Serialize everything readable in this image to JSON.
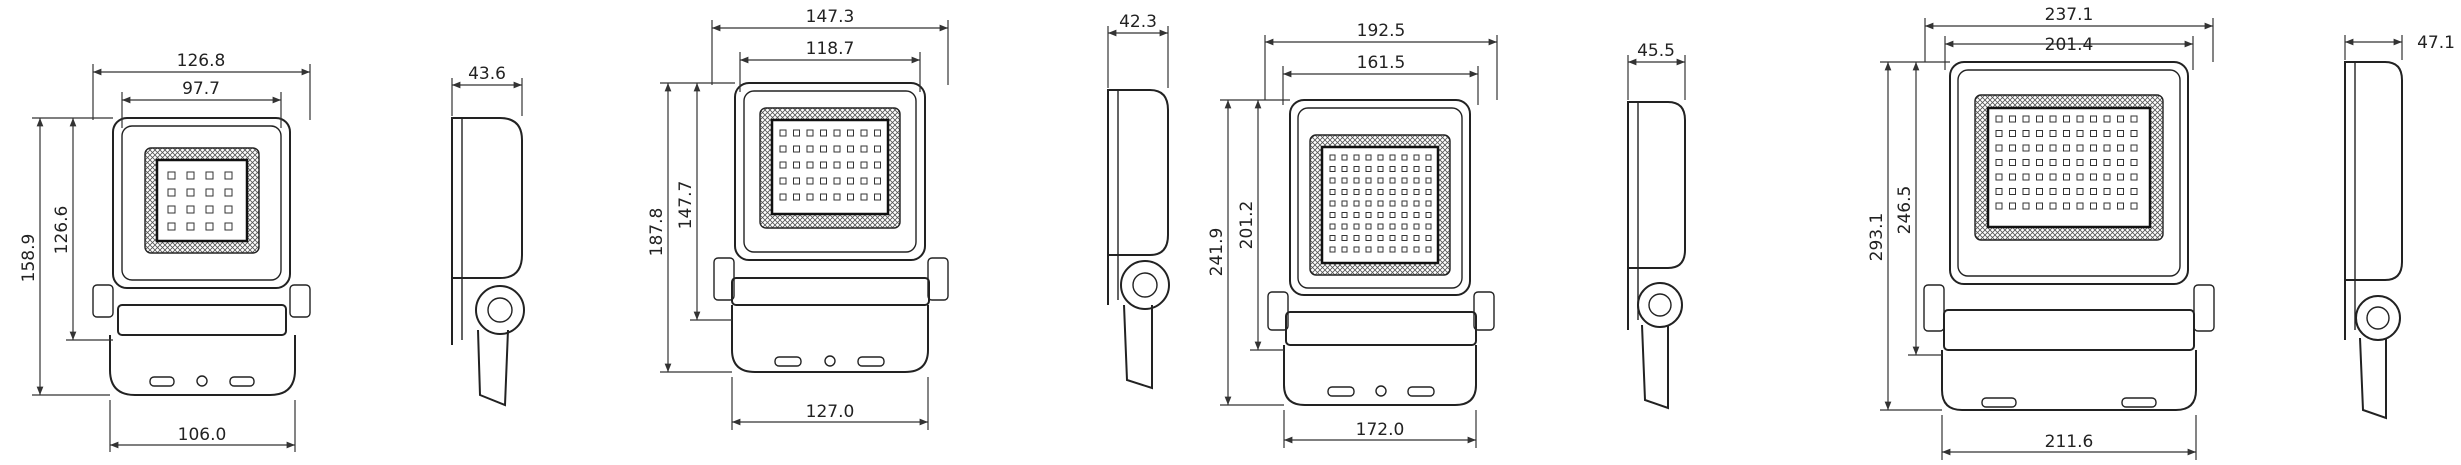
{
  "views": [
    {
      "id": "small-front",
      "dims": [
        "126.8",
        "97.7",
        "158.9",
        "126.6",
        "106.0"
      ]
    },
    {
      "id": "small-side",
      "dims": [
        "43.6"
      ]
    },
    {
      "id": "medium-front",
      "dims": [
        "147.3",
        "118.7",
        "187.8",
        "147.7",
        "127.0"
      ]
    },
    {
      "id": "medium-side",
      "dims": [
        "42.3"
      ]
    },
    {
      "id": "large-front",
      "dims": [
        "192.5",
        "161.5",
        "241.9",
        "201.2",
        "172.0"
      ]
    },
    {
      "id": "large-side",
      "dims": [
        "45.5"
      ]
    },
    {
      "id": "xl-front",
      "dims": [
        "237.1",
        "201.4",
        "293.1",
        "246.5",
        "211.6"
      ]
    },
    {
      "id": "xl-side",
      "dims": [
        "47.1"
      ]
    }
  ],
  "labels": {
    "s_w_outer": "126.8",
    "s_w_inner": "97.7",
    "s_h_total": "158.9",
    "s_h_body": "126.6",
    "s_w_bracket": "106.0",
    "s_depth": "43.6",
    "m_w_outer": "147.3",
    "m_w_inner": "118.7",
    "m_h_total": "187.8",
    "m_h_body": "147.7",
    "m_w_bracket": "127.0",
    "m_depth": "42.3",
    "l_w_outer": "192.5",
    "l_w_inner": "161.5",
    "l_h_total": "241.9",
    "l_h_body": "201.2",
    "l_w_bracket": "172.0",
    "l_depth": "45.5",
    "x_w_outer": "237.1",
    "x_w_inner": "201.4",
    "x_h_total": "293.1",
    "x_h_body": "246.5",
    "x_w_bracket": "211.6",
    "x_depth": "47.1"
  }
}
